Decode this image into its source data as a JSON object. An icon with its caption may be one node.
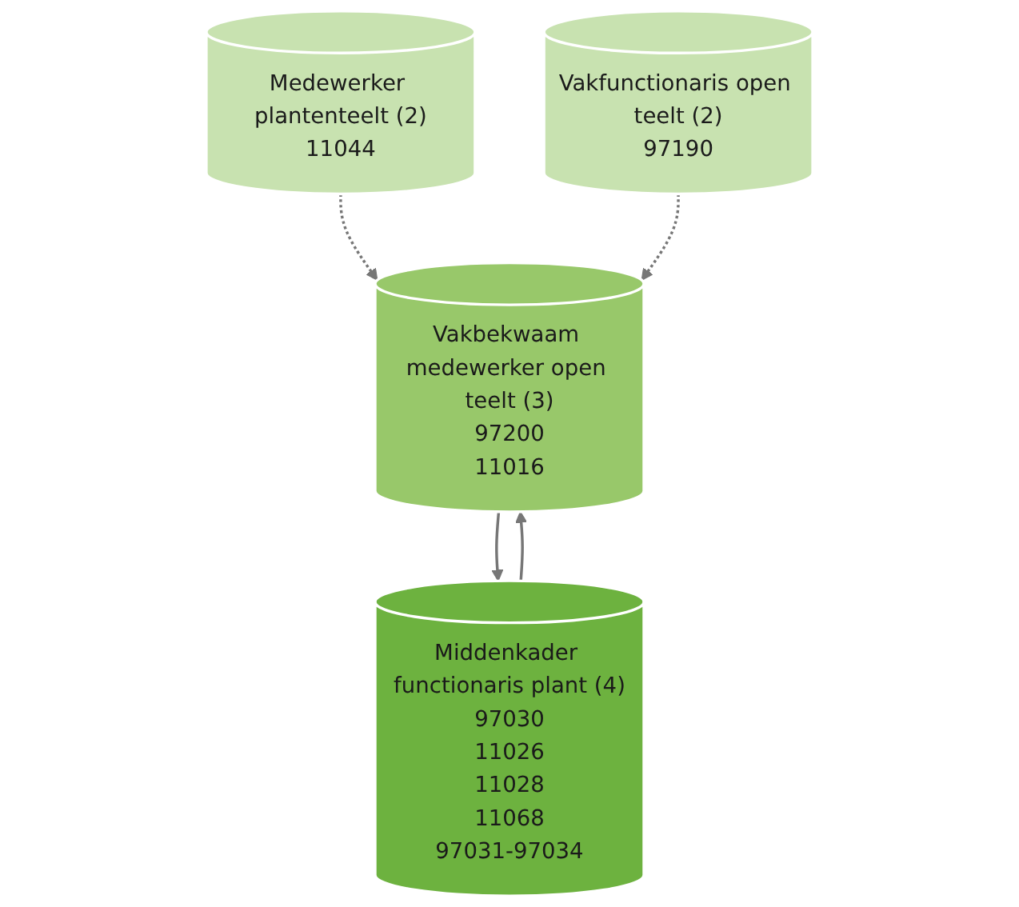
{
  "diagram": {
    "nodes": [
      {
        "text": [
          "Medewerker plantenteelt (2)",
          "11044"
        ]
      },
      {
        "text": [
          "Vakbekwaam medewerker open teelt (3)",
          "97200",
          "11016"
        ]
      },
      {
        "text": [
          "Vakfunctionaris open teelt (2)",
          "97190"
        ]
      },
      {
        "text": [
          "Middenkader functionaris plant (4)",
          "97030",
          "11026",
          "11028",
          "11068",
          "97031-97034"
        ]
      }
    ],
    "edges": [
      {
        "from": 0,
        "to": 1,
        "arrow": "to",
        "style": "dashed"
      },
      {
        "from": 2,
        "to": 1,
        "arrow": "to",
        "style": "dashed"
      },
      {
        "from": 3,
        "to": 1,
        "arrow": "to"
      },
      {
        "from": 1,
        "to": 3,
        "arrow": "to"
      }
    ]
  }
}
